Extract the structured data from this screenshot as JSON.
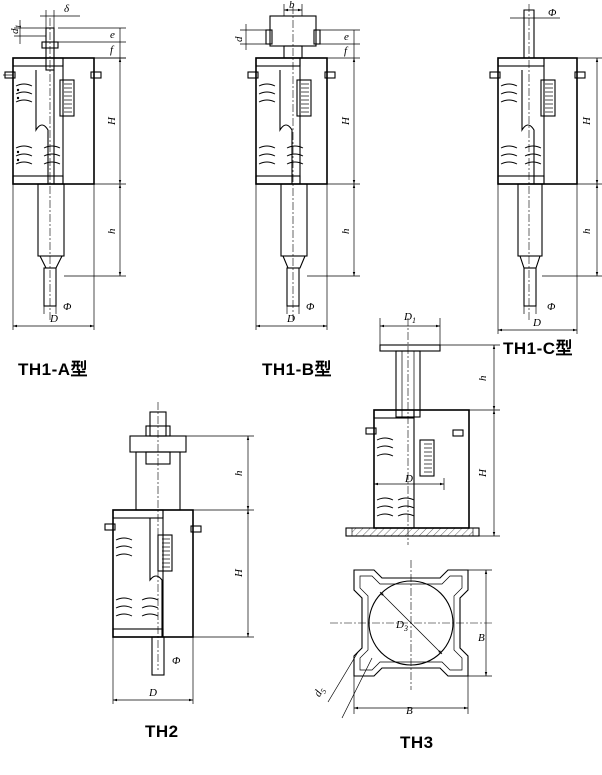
{
  "captions": {
    "th1a": "TH1-A型",
    "th1b": "TH1-B型",
    "th1c": "TH1-C型",
    "th2": "TH2",
    "th3": "TH3"
  },
  "dimensions": {
    "th1a": {
      "delta": "δ",
      "d1": "d",
      "d1_sub": "1",
      "e": "e",
      "f": "f",
      "H": "H",
      "h": "h",
      "phi": "Φ",
      "D": "D"
    },
    "th1b": {
      "b": "b",
      "d": "d",
      "e": "e",
      "f": "f",
      "H": "H",
      "h": "h",
      "phi": "Φ",
      "D": "D"
    },
    "th1c": {
      "phi_top": "Φ",
      "H": "H",
      "h": "h",
      "phi": "Φ",
      "D": "D"
    },
    "th2": {
      "h": "h",
      "H": "H",
      "phi": "Φ",
      "D": "D"
    },
    "th3": {
      "D1": "D",
      "D1_sub": "1",
      "h": "h",
      "H": "H",
      "D": "D",
      "D3": "D",
      "D3_sub": "3",
      "B_right": "B",
      "B_bottom": "B",
      "d5": "d",
      "d5_sub": "5"
    }
  }
}
